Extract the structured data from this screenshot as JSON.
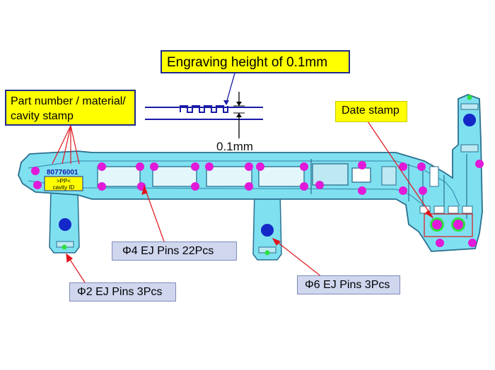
{
  "callouts": {
    "engraving": "Engraving height of 0.1mm",
    "part_stamp_line1": "Part number / material/",
    "part_stamp_line2": "cavity stamp",
    "date_stamp": "Date stamp",
    "pins_4": "Φ4 EJ Pins 22Pcs",
    "pins_2": "Φ2 EJ Pins 3Pcs",
    "pins_6": "Φ6 EJ Pins 3Pcs"
  },
  "dimension_label": "0.1mm",
  "part_stamp": {
    "number": "80776001",
    "material": ">PP<",
    "cavity": "cavity ID"
  },
  "colors": {
    "part_fill": "#7fe0f0",
    "part_edge": "#2a6f8f",
    "pin_4": "#e01ad8",
    "pin_6": "#1428c8",
    "pin_2": "#2ee040",
    "leader": "#e0141c",
    "callout_yellow": "#ffff00",
    "callout_lavender": "#cfd6ee",
    "engraving_line": "#1a1aa8"
  }
}
